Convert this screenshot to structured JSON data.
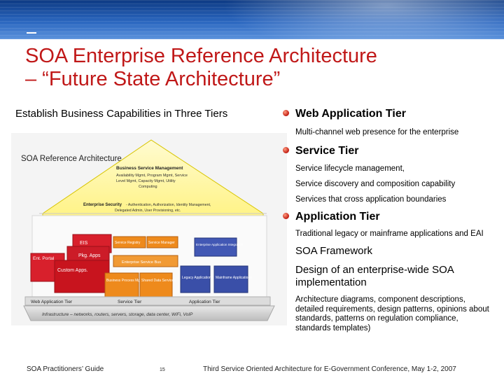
{
  "slide": {
    "title_line1": "SOA Enterprise Reference Architecture",
    "title_line2": "– “Future State Architecture”",
    "subtitle": "Establish Business Capabilities in Three Tiers"
  },
  "figure": {
    "heading": "SOA Reference Architecture",
    "business_service_mgmt_title": "Business Service Management",
    "business_service_mgmt_desc": [
      "Availability Mgmt, Program Mgmt, Service",
      "Level Mgmt, Capacity Mgmt, Utility",
      "Computing"
    ],
    "enterprise_security_title": "Enterprise Security",
    "enterprise_security_desc": [
      "- Authentication, Authorization, Identity Management,",
      "Delegated Admin, User Provisioning, etc."
    ],
    "web_boxes": [
      "EIS",
      "Pkg. Apps",
      "Ent. Portal",
      "Custom Apps."
    ],
    "service_boxes": [
      "Service Registry",
      "Service Manager",
      "Enterprise Service Bus",
      "Business Process Mgr.",
      "Shared Data Services"
    ],
    "app_boxes": [
      "Enterprise Application Integration",
      "Legacy Applications",
      "Mainframe Applications"
    ],
    "tier_labels": [
      "Web Application Tier",
      "Service Tier",
      "Application Tier"
    ],
    "infrastructure": "Infrastructure – networks, routers, servers, storage, data center, WiFi, VoIP"
  },
  "bullets": [
    {
      "label": "Web Application Tier",
      "details": [
        "Multi-channel web presence for the enterprise"
      ]
    },
    {
      "label": "Service Tier",
      "details": [
        "Service lifecycle management,",
        "Service discovery and composition capability",
        "Services that cross application boundaries"
      ]
    },
    {
      "label": "Application Tier",
      "details": [
        "Traditional legacy or mainframe applications and EAI"
      ]
    }
  ],
  "framework": {
    "heading": "SOA Framework",
    "design": "Design of an enterprise-wide SOA implementation",
    "details": "Architecture diagrams, component descriptions, detailed requirements, design patterns, opinions about standards, patterns on regulation compliance, standards templates)"
  },
  "footer": {
    "left": "SOA Practitioners’ Guide",
    "page": "15",
    "right": "Third Service Oriented Architecture for E-Government Conference, May 1-2, 2007"
  },
  "colors": {
    "title": "#c01818",
    "banner": "#2a66bf",
    "web_tier": "#d8202c",
    "service_tier": "#ee8a1c",
    "app_tier": "#3a4fa8",
    "roof": "#fff36a"
  }
}
